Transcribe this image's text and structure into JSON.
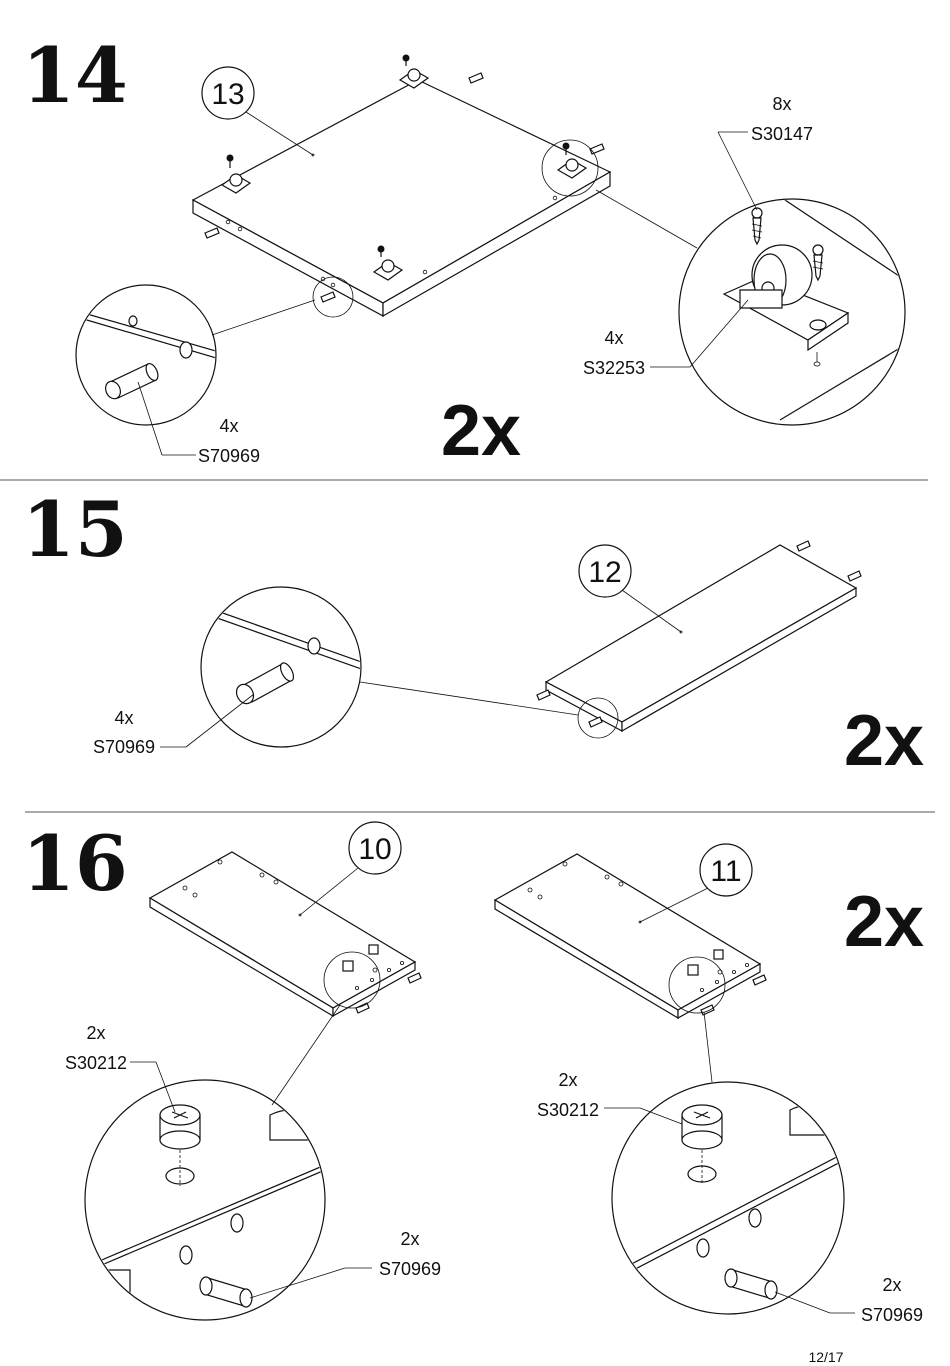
{
  "page_number": "12/17",
  "steps": [
    {
      "number": "14",
      "multiplier": "2x",
      "panel_label": "13",
      "callouts": [
        {
          "qty": "8x",
          "code": "S30147"
        },
        {
          "qty": "4x",
          "code": "S32253"
        },
        {
          "qty": "4x",
          "code": "S70969"
        }
      ]
    },
    {
      "number": "15",
      "multiplier": "2x",
      "panel_label": "12",
      "callouts": [
        {
          "qty": "4x",
          "code": "S70969"
        }
      ]
    },
    {
      "number": "16",
      "multiplier": "2x",
      "panels": [
        {
          "label": "10",
          "callouts": [
            {
              "qty": "2x",
              "code": "S30212"
            },
            {
              "qty": "2x",
              "code": "S70969"
            }
          ]
        },
        {
          "label": "11",
          "callouts": [
            {
              "qty": "2x",
              "code": "S30212"
            },
            {
              "qty": "2x",
              "code": "S70969"
            }
          ]
        }
      ]
    }
  ]
}
